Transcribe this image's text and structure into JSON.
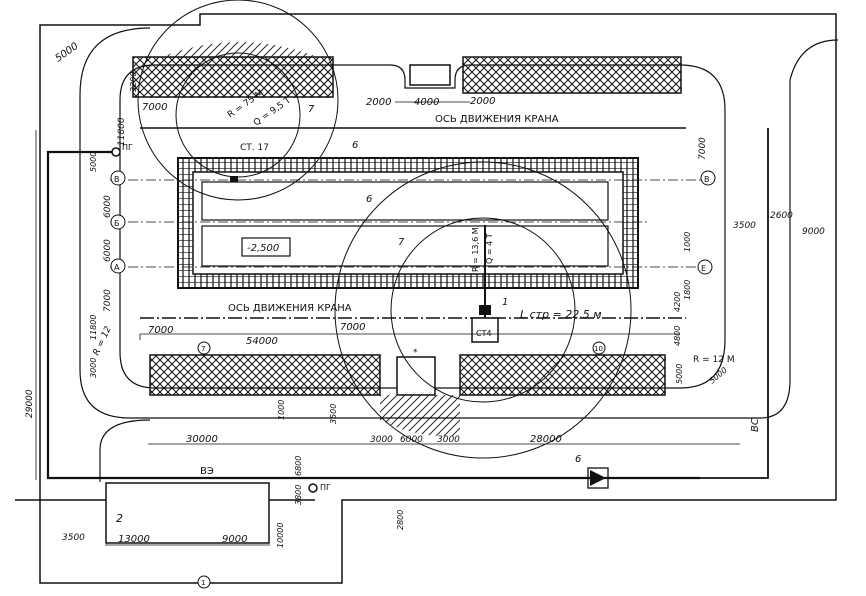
{
  "drawing": {
    "crane_axis_top": "ОСЬ ДВИЖЕНИЯ КРАНА",
    "crane_axis_bottom": "ОСЬ ДВИЖЕНИЯ КРАНА",
    "st17_label": "СТ. 17",
    "st17_radius": "R = 75 М",
    "st17_load": "Q = 9,5 Т",
    "st4_label": "СТ4",
    "st4_radius": "R = 13,6 М",
    "st4_load": "Q = 4 Т",
    "track_length": "L стр = 22,5 м",
    "pit_level": "-2,500",
    "curve_r12": "R = 12",
    "curve_r12m": "R = 12 М",
    "pg_top": "ПГ",
    "pg_bottom": "ПГ",
    "water_line": "ВЭ",
    "sewer_line": "ВС",
    "building_no": "2",
    "axes": {
      "v": "В",
      "b": "Б",
      "a": "А",
      "e": "Е",
      "v2": "В",
      "n7": "7",
      "n10": "10",
      "n1": "1"
    },
    "callouts": {
      "c6a": "6",
      "c6b": "6",
      "c6c": "6",
      "c7a": "7",
      "c7b": "7",
      "c1": "1",
      "star": "*"
    },
    "dims": {
      "d5000tl": "5000",
      "d3200": "3200",
      "d11800l": "11800",
      "d7000tl": "7000",
      "d2000a": "2000",
      "d4000": "4000",
      "d2000b": "2000",
      "d7000r": "7000",
      "d3500": "3500",
      "d2600": "2600",
      "d9000r": "9000",
      "d1000": "1000",
      "d1800": "1800",
      "d4200": "4200",
      "d4800": "4800",
      "d5000r": "5000",
      "d5000rb": "5000",
      "d5000l": "5000",
      "d6000a": "6000",
      "d6000b": "6000",
      "d7000l2": "7000",
      "d11800l2": "11800",
      "d3000l": "3000",
      "d7000b": "7000",
      "d54000": "54000",
      "d7000c": "7000",
      "d29000": "29000",
      "d1000b": "1000",
      "d3500b": "3500",
      "d30000": "30000",
      "d3000a": "3000",
      "d6000c": "6000",
      "d3000b": "3000",
      "d28000": "28000",
      "d6800": "6800",
      "d3800": "3800",
      "d2800": "2800",
      "d10000": "10000",
      "d13000": "13000",
      "d9000b": "9000",
      "d3500l": "3500"
    }
  }
}
